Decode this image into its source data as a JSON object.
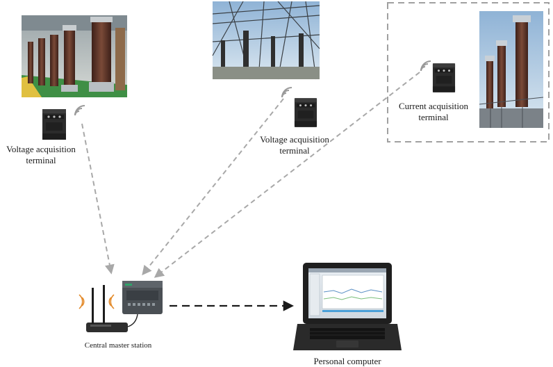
{
  "labels": {
    "voltage_terminal_1": [
      "Voltage acquisition",
      "terminal"
    ],
    "voltage_terminal_2": [
      "Voltage acquisition",
      "terminal"
    ],
    "current_terminal": [
      "Current acquisition",
      "terminal"
    ],
    "master_station": "Central master station",
    "computer": "Personal computer"
  },
  "icons": {
    "terminal": "acquisition-terminal-icon",
    "signal": "wireless-signal-icon",
    "router": "wireless-router-icon",
    "controller": "plc-controller-icon",
    "laptop": "laptop-icon"
  },
  "colors": {
    "link_wireless": "#a8a8a8",
    "link_wired": "#1a1a1a",
    "signal_wave": "#9a9a9a",
    "signal_orange": "#e38a2a",
    "device_body": "#2b2b2b",
    "insulator_brown": "#5a3226",
    "sky": "#bcd3e6"
  }
}
